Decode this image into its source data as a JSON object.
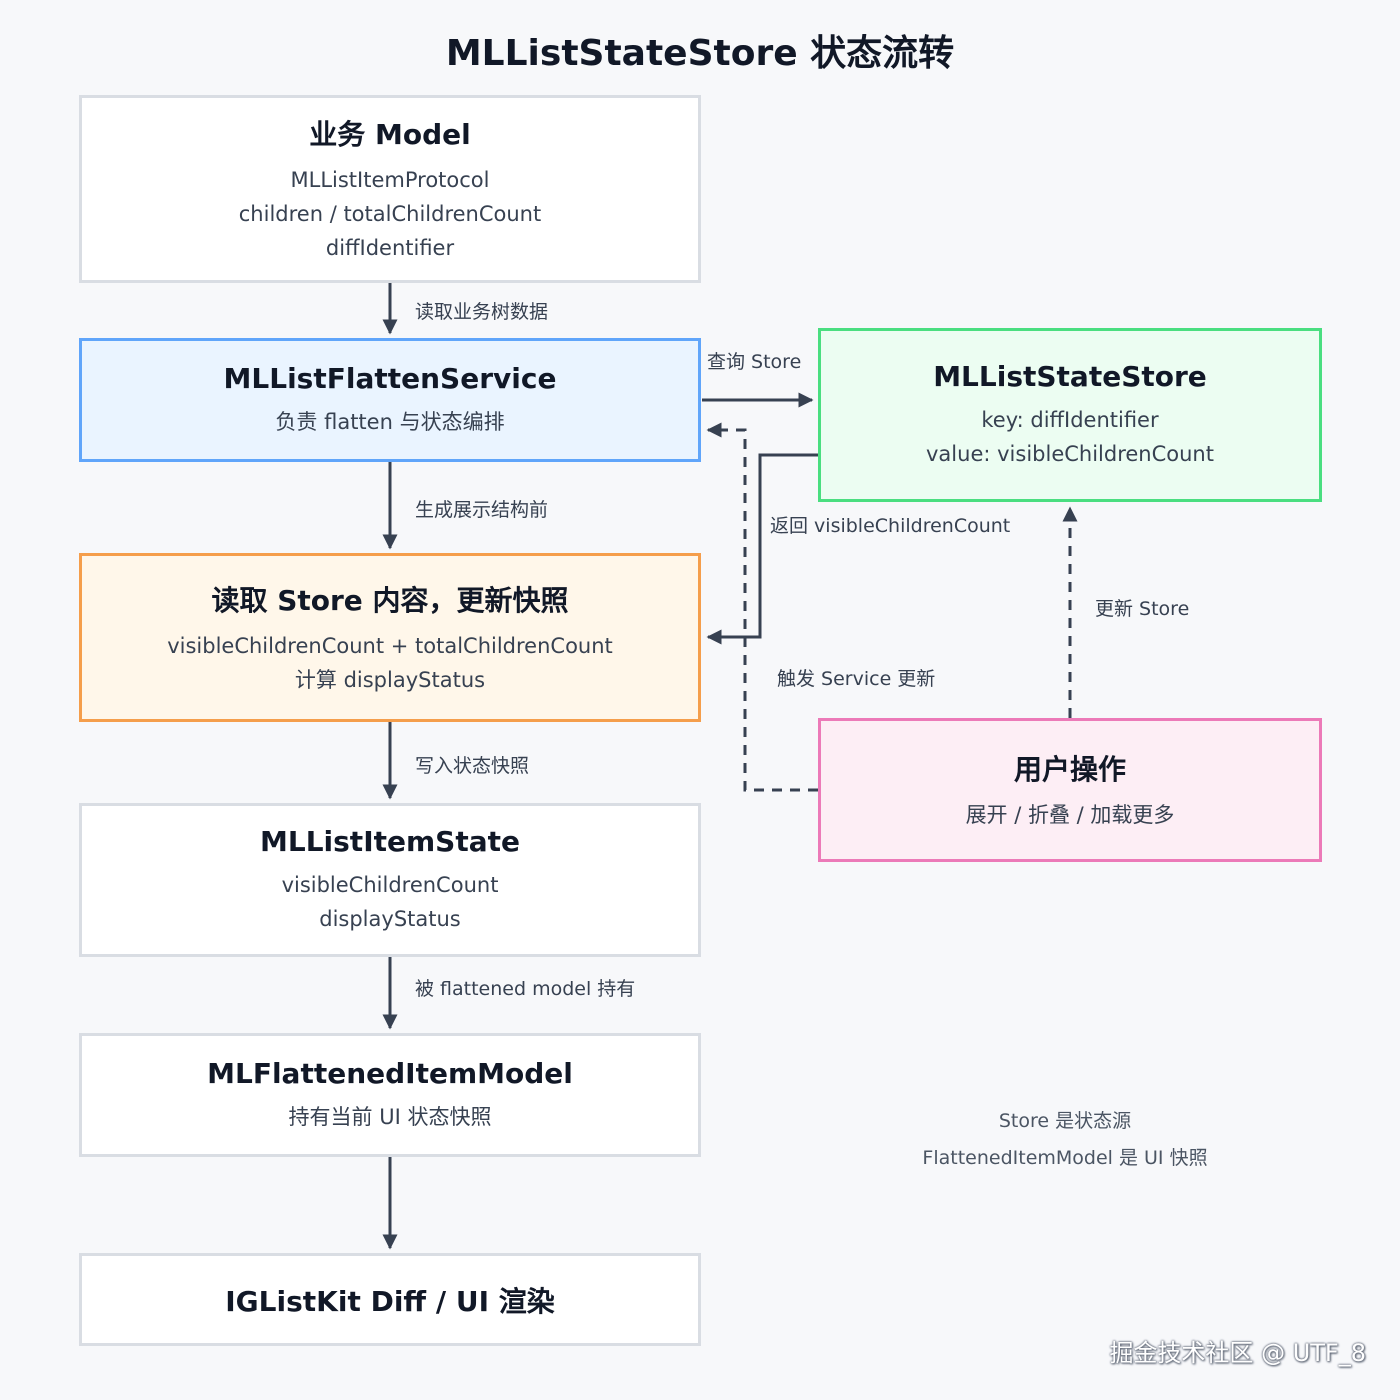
{
  "title": "MLListStateStore 状态流转",
  "nodes": {
    "model": {
      "head": "业务 Model",
      "lines": [
        "MLListItemProtocol",
        "children / totalChildrenCount",
        "diffIdentifier"
      ]
    },
    "flatten": {
      "head": "MLListFlattenService",
      "lines": [
        "负责 flatten 与状态编排"
      ]
    },
    "snapshot": {
      "head": "读取 Store 内容，更新快照",
      "lines": [
        "visibleChildrenCount + totalChildrenCount",
        "计算 displayStatus"
      ]
    },
    "state": {
      "head": "MLListItemState",
      "lines": [
        "visibleChildrenCount",
        "displayStatus"
      ]
    },
    "flattened": {
      "head": "MLFlattenedItemModel",
      "lines": [
        "持有当前 UI 状态快照"
      ]
    },
    "render": {
      "head": "IGListKit Diff / UI 渲染",
      "lines": []
    },
    "store": {
      "head": "MLListStateStore",
      "lines": [
        "key: diffIdentifier",
        "value: visibleChildrenCount"
      ]
    },
    "user": {
      "head": "用户操作",
      "lines": [
        "展开 / 折叠 / 加载更多"
      ]
    }
  },
  "edges": {
    "read_tree": "读取业务树数据",
    "before_build": "生成展示结构前",
    "write_snapshot": "写入状态快照",
    "held_by": "被 flattened model 持有",
    "query_store": "查询 Store",
    "return_count": "返回 visibleChildrenCount",
    "update_store": "更新 Store",
    "trigger_update": "触发 Service 更新"
  },
  "notes": [
    "Store 是状态源",
    "FlattenedItemModel 是 UI 快照"
  ],
  "watermark": "掘金技术社区 @ UTF_8",
  "colors": {
    "arrow": "#374151",
    "blue_border": "#60a5fa",
    "orange_border": "#f59e4b",
    "green_border": "#4ade80",
    "pink_border": "#ec7ab8"
  }
}
